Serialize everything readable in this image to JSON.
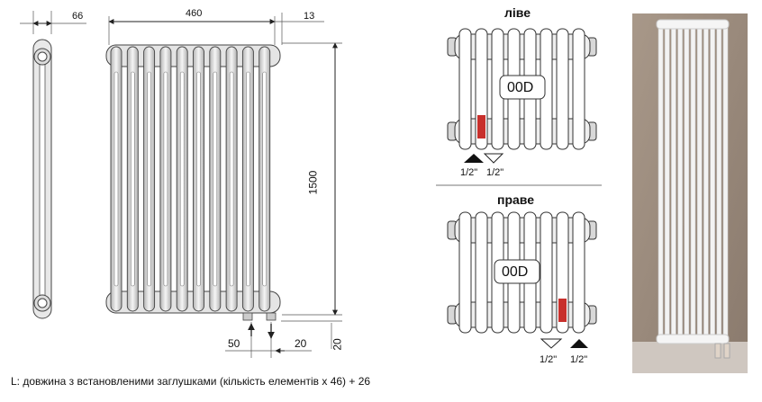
{
  "dimensions": {
    "side_width": "66",
    "front_width": "460",
    "side_offset": "13",
    "height": "1500",
    "inlet_spacing": "50",
    "inlet_offset": "20",
    "bottom_offset": "20"
  },
  "connections": {
    "left": {
      "title": "ліве",
      "code": "00D",
      "pipe_a": "1/2\"",
      "pipe_b": "1/2\""
    },
    "right": {
      "title": "праве",
      "code": "00D",
      "pipe_a": "1/2\"",
      "pipe_b": "1/2\""
    }
  },
  "footnote": "L: довжина з встановленими заглушками (кількість елементів х 46) + 26",
  "colors": {
    "line": "#444444",
    "marker_red": "#c8302c",
    "photo_wall": "#9a8a7c",
    "photo_radiator": "#f3f3f3"
  }
}
